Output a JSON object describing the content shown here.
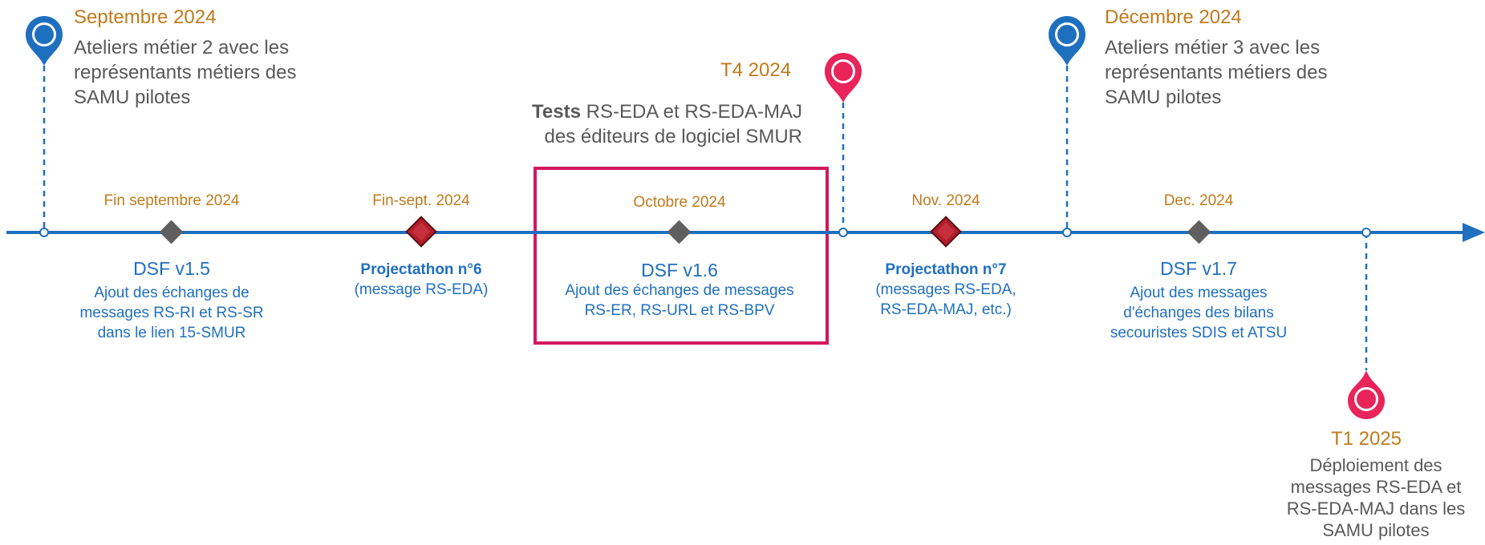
{
  "colors": {
    "axis": "#1F6FBF",
    "date": "#C07A1A",
    "text_grey": "#595959",
    "pin_blue": "#1F6FBF",
    "pin_red": "#E8245A",
    "diamond_grey": "#5F5F5F",
    "diamond_red": "#B01E2A",
    "highlight_box": "#D2185E"
  },
  "pins": [
    {
      "color": "blue",
      "date": "Septembre 2024",
      "desc": [
        "Ateliers métier 2 avec les",
        "représentants métiers des",
        "SAMU pilotes"
      ]
    },
    {
      "color": "red",
      "date": "T4 2024",
      "desc_bold": "Tests",
      "desc": [
        "RS-EDA et RS-EDA-MAJ",
        "des éditeurs de logiciel SMUR"
      ]
    },
    {
      "color": "blue",
      "date": "Décembre 2024",
      "desc": [
        "Ateliers métier 3 avec les",
        "représentants métiers des",
        "SAMU pilotes"
      ]
    },
    {
      "color": "red",
      "date": "T1 2025",
      "desc": [
        "Déploiement des",
        "messages RS-EDA et",
        "RS-EDA-MAJ dans les",
        "SAMU pilotes"
      ]
    }
  ],
  "milestones": [
    {
      "marker": "grey-diamond",
      "date": "Fin septembre 2024",
      "title": "DSF v1.5",
      "desc": [
        "Ajout des échanges de",
        "messages RS-RI et RS-SR",
        "dans le lien 15-SMUR"
      ]
    },
    {
      "marker": "red-diamond",
      "date": "Fin-sept. 2024",
      "title": "Projectathon n°6",
      "desc": [
        "(message RS-EDA)"
      ]
    },
    {
      "marker": "grey-diamond",
      "date": "Octobre 2024",
      "title": "DSF v1.6",
      "highlighted": true,
      "desc": [
        "Ajout des échanges de messages",
        "RS-ER, RS-URL et RS-BPV"
      ]
    },
    {
      "marker": "red-diamond",
      "date": "Nov. 2024",
      "title": "Projectathon n°7",
      "desc": [
        "(messages RS-EDA,",
        "RS-EDA-MAJ, etc.)"
      ]
    },
    {
      "marker": "grey-diamond",
      "date": "Dec. 2024",
      "title": "DSF v1.7",
      "desc": [
        "Ajout des messages",
        "d'échanges des bilans",
        "secouristes SDIS et ATSU"
      ]
    }
  ]
}
